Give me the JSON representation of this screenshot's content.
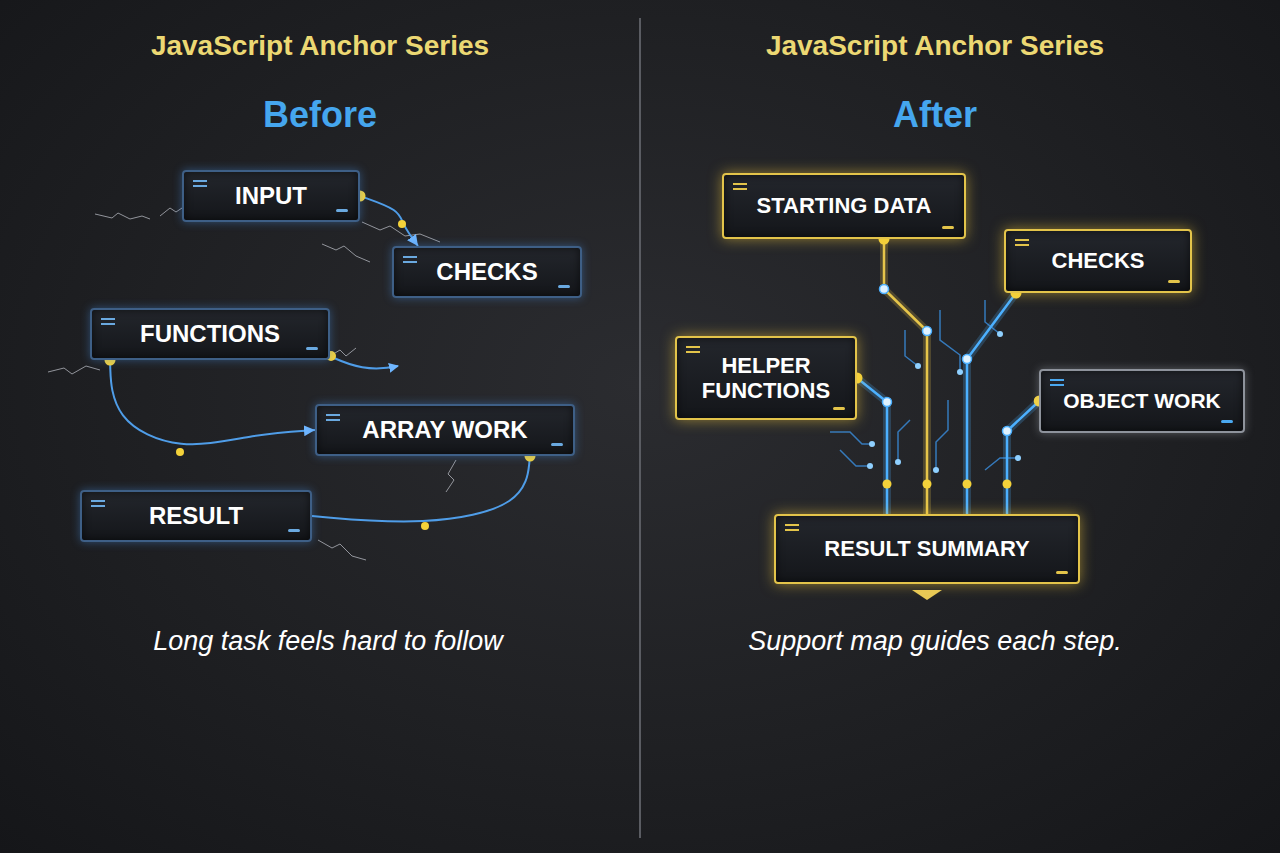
{
  "diagram": {
    "nodes": [
      {
        "text": [
          "INPUT"
        ]
      },
      {
        "text": [
          "CHECKS"
        ]
      },
      {
        "text": [
          "FUNCTIONS"
        ]
      },
      {
        "text": [
          "ARRAY WORK"
        ]
      },
      {
        "text": [
          "RESULT"
        ]
      },
      {
        "text": [
          "STARTING DATA"
        ]
      },
      {
        "text": [
          "CHECKS"
        ]
      },
      {
        "text": [
          "HELPER FUNCTIONS"
        ]
      },
      {
        "text": [
          "OBJECT WORK"
        ]
      },
      {
        "text": [
          "RESULT SUMMARY"
        ]
      }
    ],
    "edges": [
      {
        "from": 0,
        "to": 1,
        "arrow": "to"
      },
      {
        "from": 2,
        "to": 3,
        "arrow": "to"
      },
      {
        "from": 3,
        "to": 4,
        "arrow": "none"
      },
      {
        "from": 5,
        "to": 9,
        "arrow": "none"
      },
      {
        "from": 6,
        "to": 9,
        "arrow": "none"
      },
      {
        "from": 7,
        "to": 9,
        "arrow": "none"
      },
      {
        "from": 8,
        "to": 9,
        "arrow": "none"
      }
    ],
    "labels": [
      "JavaScript Anchor Series",
      "Before",
      "Long task feels hard to follow",
      "JavaScript Anchor Series",
      "After",
      "Support map guides each step."
    ]
  }
}
